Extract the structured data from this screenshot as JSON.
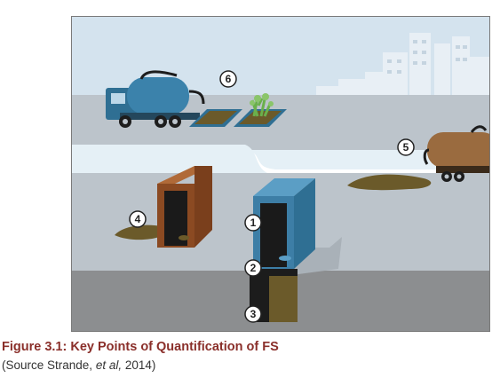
{
  "figure": {
    "markers": [
      "1",
      "2",
      "3",
      "4",
      "5",
      "6"
    ]
  },
  "caption": {
    "title": "Figure 3.1: Key Points of Quantification of FS",
    "source_open": "(Source Strande, ",
    "source_italic": "et al,",
    "source_close": " 2014)"
  },
  "colors": {
    "sky": "#cfe0ec",
    "road": "#bfc6cd",
    "water": "#e6f1f7",
    "ground": "#8a8c8e",
    "sludge": "#6b5a2a",
    "blue_structure": "#3d7ea6",
    "brown_structure": "#8b4a22",
    "truck_blue": "#2f6f93",
    "truck_brown": "#9a6b3f",
    "caption_title": "#8a2f2a"
  }
}
